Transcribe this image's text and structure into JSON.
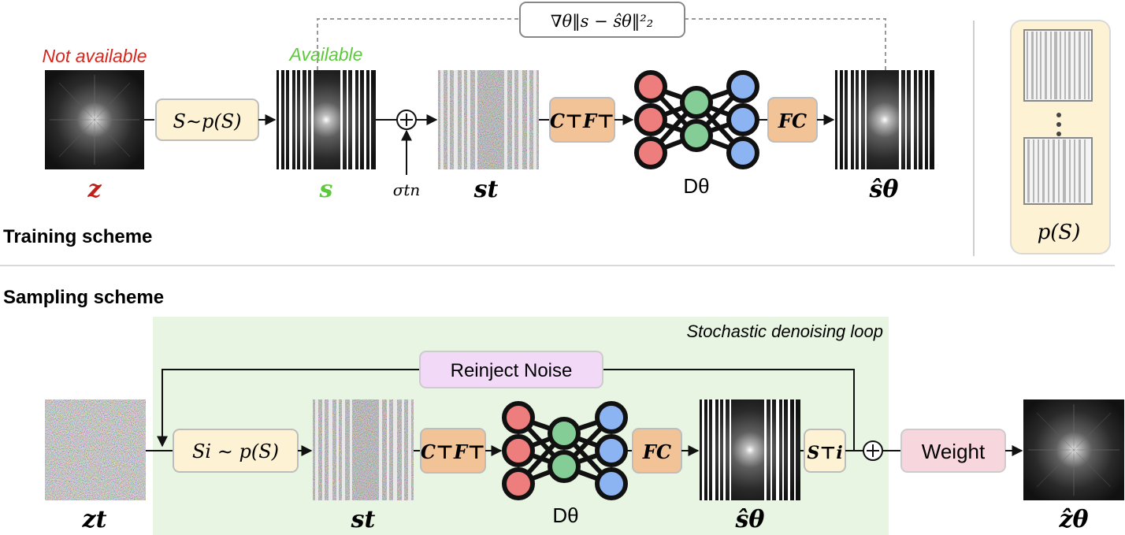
{
  "colors": {
    "not_available": "#d9261c",
    "available": "#5cc93a",
    "box_fill": "#fdf2d3",
    "op_fill": "#f1c396",
    "reinject_fill": "#f2d9f7",
    "weight_fill": "#f8d6de",
    "loop_bg": "#e8f5e3",
    "node_red": "#ee7d7d",
    "node_green": "#84cd97",
    "node_blue": "#8db4f2"
  },
  "training": {
    "not_available_label": "Not available",
    "available_label": "Available",
    "sample_mask_box": "S∼p(S)",
    "z_label": "z",
    "s_label": "s",
    "noise_label": "σtn",
    "noisy_label": "st",
    "adjoint_box": "C⊤F⊤",
    "denoiser_label": "Dθ",
    "forward_box": "FC",
    "estimate_label": "ŝθ",
    "loss_box": "∇θ‖s − ŝθ‖²₂",
    "section_title": "Training scheme",
    "mask_distribution_label": "p(S)"
  },
  "sampling": {
    "section_title": "Sampling scheme",
    "loop_label": "Stochastic denoising loop",
    "reinject_box": "Reinject Noise",
    "zt_label": "zt",
    "sample_mask_box": "Si ∼ p(S)",
    "noisy_label": "st",
    "adjoint_box": "C⊤F⊤",
    "denoiser_label": "Dθ",
    "forward_box": "FC",
    "estimate_label": "ŝθ",
    "transpose_box": "S⊤i",
    "weight_box": "Weight",
    "output_label": "ẑθ"
  }
}
